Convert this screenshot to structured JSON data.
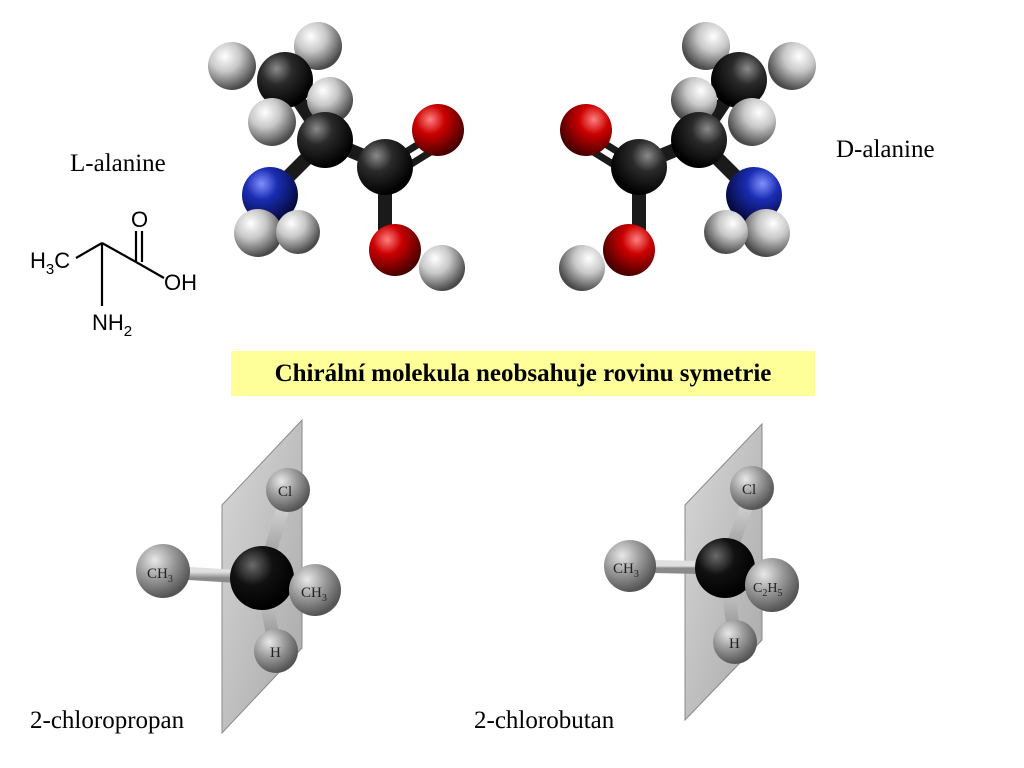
{
  "labels": {
    "l_alanine": "L-alanine",
    "d_alanine": "D-alanine",
    "chloropropan": "2-chloropropan",
    "chlorobutan": "2-chlorobutan"
  },
  "banner": {
    "text": "Chirální molekula neobsahuje rovinu symetrie",
    "background": "#ffff99"
  },
  "skeletal_formula": {
    "h3c": "H3C",
    "o": "O",
    "oh": "OH",
    "nh2": "NH2"
  },
  "chloropropan_atoms": {
    "cl": "Cl",
    "ch3_left": "CH3",
    "ch3_right": "CH3",
    "h": "H"
  },
  "chlorobutan_atoms": {
    "cl": "Cl",
    "ch3": "CH3",
    "c2h5": "C2H5",
    "h": "H"
  },
  "colors": {
    "carbon": "#1a1a1a",
    "oxygen": "#cc0000",
    "nitrogen": "#1a2db3",
    "hydrogen": "#d8d8d8",
    "plane": "#c8c8c8"
  }
}
